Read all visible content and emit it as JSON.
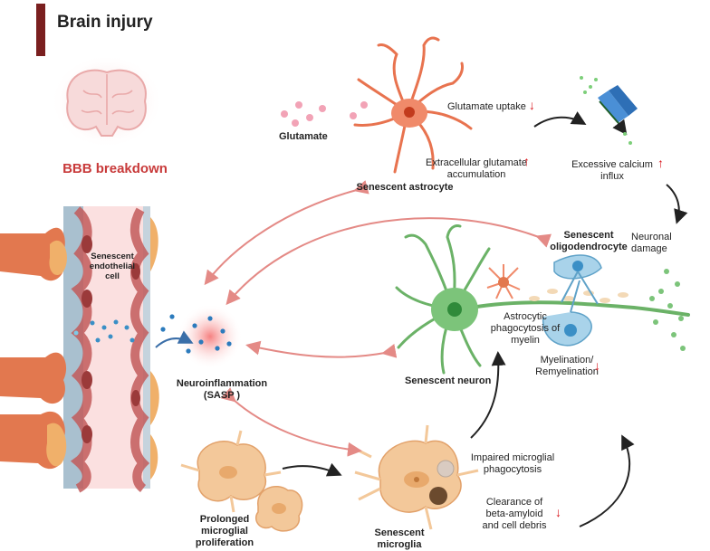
{
  "title": "Brain injury",
  "bbb_breakdown": "BBB breakdown",
  "labels": {
    "glutamate": "Glutamate",
    "glutamate_uptake": "Glutamate uptake",
    "extracellular_glutamate": "Extracellular glutamate accumulation",
    "senescent_astrocyte": "Senescent astrocyte",
    "excessive_calcium": "Excessive calcium influx",
    "neuronal_damage": "Neuronal damage",
    "senescent_endothelial": "Senescent endothelial cell",
    "senescent_oligodendrocyte": "Senescent oligodendrocyte",
    "astrocytic_phagocytosis": "Astrocytic phagocytosis of myelin",
    "neuroinflammation": "Neuroinflammation (SASP )",
    "senescent_neuron": "Senescent neuron",
    "myelination": "Myelination/ Remyelination",
    "impaired_phagocytosis": "Impaired microglial phagocytosis",
    "clearance": "Clearance of beta-amyloid and cell debris",
    "prolonged_proliferation": "Prolonged microglial proliferation",
    "senescent_microglia": "Senescent microglia"
  },
  "colors": {
    "title_bar": "#7a1f1f",
    "bbb_text": "#c83a3a",
    "down_up_arrow": "#d8141b",
    "pink_arrow": "#e48a86",
    "black_arrow": "#222222",
    "astrocyte": "#f08a6a",
    "neuron": "#7cc47a",
    "oligodendrocyte": "#7ab8d8",
    "microglia": "#f3c89a",
    "vessel": "#f7c6c6",
    "channel": "#4a8fd6"
  },
  "indicators": {
    "glutamate_uptake": "down",
    "extracellular_glutamate": "up",
    "excessive_calcium": "up",
    "myelination": "down",
    "clearance": "down"
  }
}
